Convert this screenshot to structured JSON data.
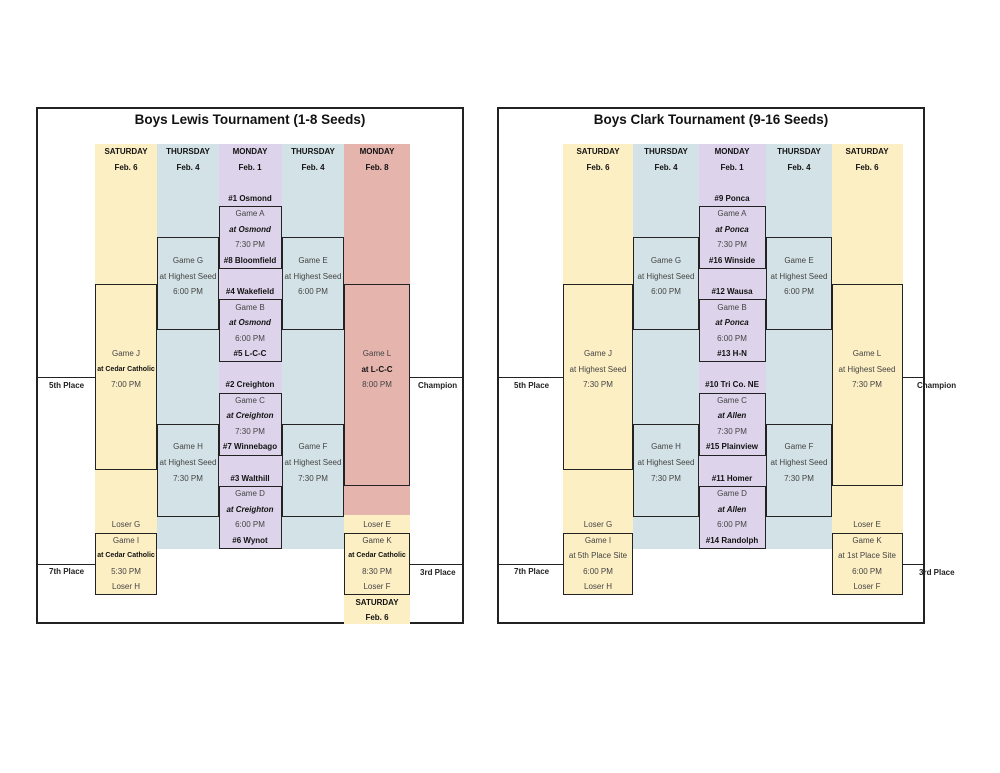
{
  "colors": {
    "saturday": "#fdefc4",
    "thursday": "#d3e2e6",
    "monday": "#ddd3ea",
    "monday_final": "#e5b4ad"
  },
  "left": {
    "title": "Boys Lewis Tournament (1-8 Seeds)",
    "headers": {
      "c1": {
        "day": "SATURDAY",
        "date": "Feb. 6"
      },
      "c2": {
        "day": "THURSDAY",
        "date": "Feb. 4"
      },
      "c3": {
        "day": "MONDAY",
        "date": "Feb. 1"
      },
      "c4": {
        "day": "THURSDAY",
        "date": "Feb. 4"
      },
      "c5": {
        "day": "MONDAY",
        "date": "Feb. 8"
      }
    },
    "teams": [
      "#1 Osmond",
      "#8 Bloomfield",
      "#4 Wakefield",
      "#5 L-C-C",
      "#2 Creighton",
      "#7 Winnebago",
      "#3 Walthill",
      "#6 Wynot"
    ],
    "round1": [
      {
        "game": "Game A",
        "site": "at Osmond",
        "time": "7:30 PM"
      },
      {
        "game": "Game B",
        "site": "at Osmond",
        "time": "6:00 PM"
      },
      {
        "game": "Game C",
        "site": "at Creighton",
        "time": "7:30 PM"
      },
      {
        "game": "Game D",
        "site": "at Creighton",
        "time": "6:00 PM"
      }
    ],
    "game_g": {
      "game": "Game G",
      "site": "at Highest Seed",
      "time": "6:00 PM"
    },
    "game_e": {
      "game": "Game E",
      "site": "at Highest Seed",
      "time": "6:00 PM"
    },
    "game_h": {
      "game": "Game H",
      "site": "at Highest Seed",
      "time": "7:30 PM"
    },
    "game_f": {
      "game": "Game F",
      "site": "at Highest Seed",
      "time": "7:30 PM"
    },
    "game_j": {
      "game": "Game J",
      "site": "at Cedar Catholic",
      "time": "7:00 PM"
    },
    "game_l": {
      "game": "Game L",
      "site": "at L-C-C",
      "time": "8:00 PM"
    },
    "game_i": {
      "top": "Loser G",
      "game": "Game I",
      "site": "at Cedar Catholic",
      "time": "5:30 PM",
      "bottom": "Loser H"
    },
    "game_k": {
      "top": "Loser E",
      "game": "Game K",
      "site": "at Cedar Catholic",
      "time": "8:30 PM",
      "bottom": "Loser F",
      "day": "SATURDAY",
      "date": "Feb. 6"
    },
    "labels": {
      "fifth": "5th Place",
      "champion": "Champion",
      "seventh": "7th Place",
      "third": "3rd Place"
    }
  },
  "right": {
    "title": "Boys Clark Tournament (9-16 Seeds)",
    "headers": {
      "c1": {
        "day": "SATURDAY",
        "date": "Feb. 6"
      },
      "c2": {
        "day": "THURSDAY",
        "date": "Feb. 4"
      },
      "c3": {
        "day": "MONDAY",
        "date": "Feb. 1"
      },
      "c4": {
        "day": "THURSDAY",
        "date": "Feb. 4"
      },
      "c5": {
        "day": "SATURDAY",
        "date": "Feb. 6"
      }
    },
    "teams": [
      "#9 Ponca",
      "#16 Winside",
      "#12 Wausa",
      "#13 H-N",
      "#10 Tri Co. NE",
      "#15 Plainview",
      "#11 Homer",
      "#14 Randolph"
    ],
    "round1": [
      {
        "game": "Game A",
        "site": "at Ponca",
        "time": "7:30 PM"
      },
      {
        "game": "Game B",
        "site": "at Ponca",
        "time": "6:00 PM"
      },
      {
        "game": "Game C",
        "site": "at Allen",
        "time": "7:30 PM"
      },
      {
        "game": "Game D",
        "site": "at Allen",
        "time": "6:00 PM"
      }
    ],
    "game_g": {
      "game": "Game G",
      "site": "at Highest Seed",
      "time": "6:00 PM"
    },
    "game_e": {
      "game": "Game E",
      "site": "at Highest Seed",
      "time": "6:00 PM"
    },
    "game_h": {
      "game": "Game H",
      "site": "at Highest Seed",
      "time": "7:30 PM"
    },
    "game_f": {
      "game": "Game F",
      "site": "at Highest Seed",
      "time": "7:30 PM"
    },
    "game_j": {
      "game": "Game J",
      "site": "at Highest Seed",
      "time": "7:30 PM"
    },
    "game_l": {
      "game": "Game L",
      "site": "at Highest Seed",
      "time": "7:30 PM"
    },
    "game_i": {
      "top": "Loser G",
      "game": "Game I",
      "site": "at 5th Place Site",
      "time": "6:00 PM",
      "bottom": "Loser H"
    },
    "game_k": {
      "top": "Loser E",
      "game": "Game K",
      "site": "at 1st Place Site",
      "time": "6:00 PM",
      "bottom": "Loser F"
    },
    "labels": {
      "fifth": "5th Place",
      "champion": "Champion",
      "seventh": "7th Place",
      "third": "3rd Place"
    }
  }
}
